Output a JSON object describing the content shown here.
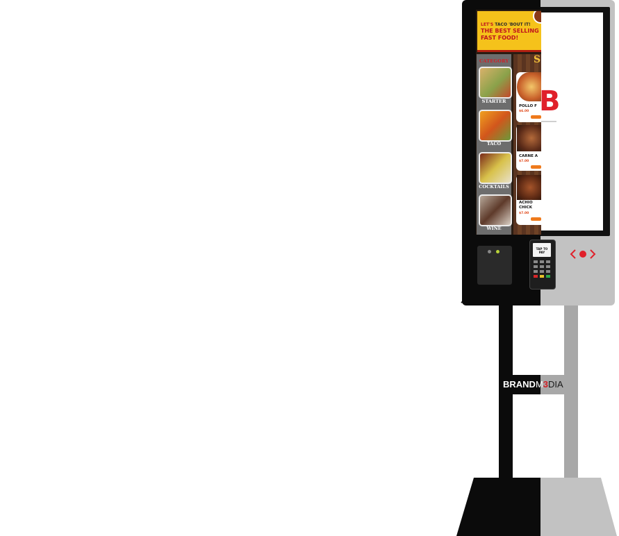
{
  "banner": {
    "tagline_prefix": "LET'S",
    "tagline_highlight": "TACO 'BOUT IT!",
    "headline_line1": "THE BEST SELLING",
    "headline_line2": "FAST FOOD!"
  },
  "menu": {
    "category_title": "CATEGORY",
    "section_letter": "S",
    "categories": [
      "STARTER",
      "TACO",
      "COCKTAILS",
      "WINE"
    ],
    "items": [
      {
        "name": "POLLO F",
        "price": "$6.00"
      },
      {
        "name": "CARNE A",
        "price": "$7.00"
      },
      {
        "name_line1": "ACHIO",
        "name_line2": "CHICK",
        "price": "$7.00"
      }
    ]
  },
  "payment_terminal": {
    "label": "TAP TO PAY"
  },
  "brand": {
    "part1": "BRAND",
    "part2": "M",
    "part3": "3",
    "part4": "DIA"
  },
  "logo_letter": "B",
  "colors": {
    "accent_red": "#d21f26",
    "banner_yellow": "#f5c21b",
    "kiosk_black": "#0b0b0b",
    "kiosk_gray": "#c2c2c2",
    "orange": "#ef7a1c"
  }
}
